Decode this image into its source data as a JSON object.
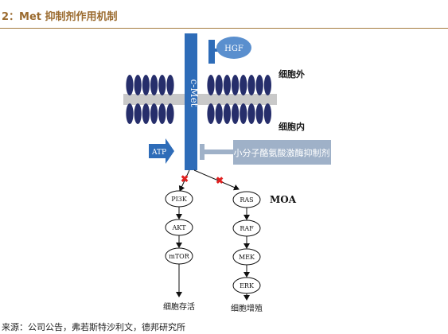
{
  "header": {
    "title": "2：Met 抑制剂作用机制"
  },
  "diagram": {
    "labels": {
      "receptor": "c-Met",
      "ligand": "HGF",
      "extracellular": "细胞外",
      "intracellular": "细胞内",
      "atp": "ATP",
      "inhibitor": "小分子酪氨酸激酶抑制剂",
      "moa": "MOA"
    },
    "pathway_left": [
      "PI3K",
      "AKT",
      "mTOR"
    ],
    "pathway_left_outcome": "细胞存活",
    "pathway_right": [
      "RAS",
      "RAF",
      "MEK",
      "ERK"
    ],
    "pathway_right_outcome": "细胞增殖",
    "colors": {
      "receptor": "#2e6cb8",
      "membrane": "#262e6b",
      "ligand": "#5a8fce",
      "inhibitor_bar": "#9fb1c8",
      "block_mark": "#e02020",
      "header": "#9b6b2f"
    }
  },
  "footer": {
    "source": "来源：公司公告，弗若斯特沙利文，德邦研究所"
  }
}
